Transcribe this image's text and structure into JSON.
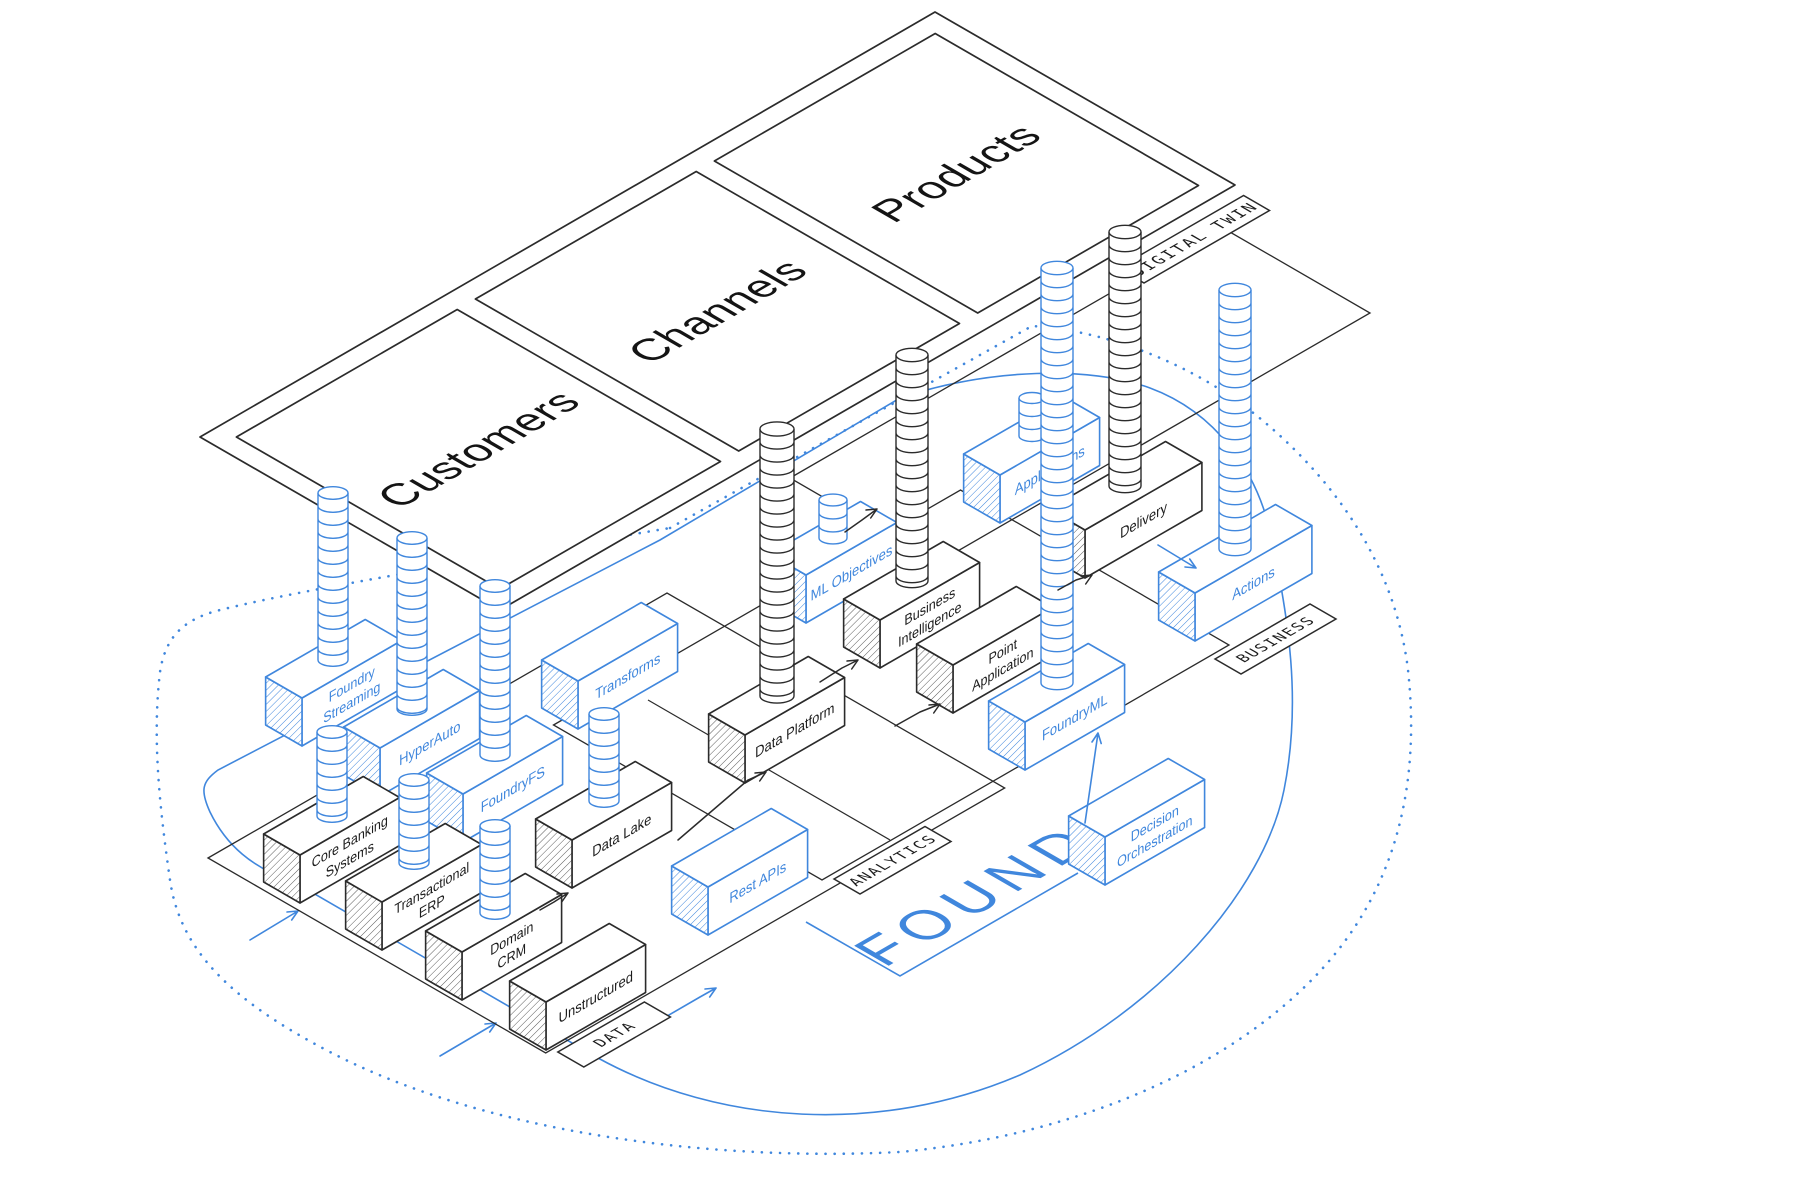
{
  "diagram": {
    "plane": {
      "tag": "DIGITAL TWIN",
      "panels": [
        "Customers",
        "Channels",
        "Products"
      ]
    },
    "region_tags": {
      "data": "DATA",
      "analytics": "ANALYTICS",
      "business": "BUSINESS"
    },
    "brand": "FOUNDRY",
    "nodes": {
      "foundry_streaming": {
        "lines": [
          "Foundry",
          "Streaming"
        ]
      },
      "hyperauto": {
        "lines": [
          "HyperAuto"
        ]
      },
      "foundryfs": {
        "lines": [
          "FoundryFS"
        ]
      },
      "core_banking": {
        "lines": [
          "Core Banking",
          "Systems"
        ]
      },
      "transactional_erp": {
        "lines": [
          "Transactional",
          "ERP"
        ]
      },
      "domain_crm": {
        "lines": [
          "Domain",
          "CRM"
        ]
      },
      "unstructured": {
        "lines": [
          "Unstructured"
        ]
      },
      "data_lake": {
        "lines": [
          "Data Lake"
        ]
      },
      "transforms": {
        "lines": [
          "Transforms"
        ]
      },
      "rest_apis": {
        "lines": [
          "Rest APIs"
        ]
      },
      "data_platform": {
        "lines": [
          "Data Platform"
        ]
      },
      "ml_objectives": {
        "lines": [
          "ML Objectives"
        ]
      },
      "business_intelligence": {
        "lines": [
          "Business",
          "Intelligence"
        ]
      },
      "point_application": {
        "lines": [
          "Point",
          "Application"
        ]
      },
      "foundryml": {
        "lines": [
          "FoundryML"
        ]
      },
      "applications": {
        "lines": [
          "Applications"
        ]
      },
      "delivery": {
        "lines": [
          "Delivery"
        ]
      },
      "actions": {
        "lines": [
          "Actions"
        ]
      },
      "decision_orchestration": {
        "lines": [
          "Decision",
          "Orchestration"
        ]
      }
    },
    "colors": {
      "foundry_blue": "#4087dd",
      "ink": "#2b2b2b"
    }
  }
}
